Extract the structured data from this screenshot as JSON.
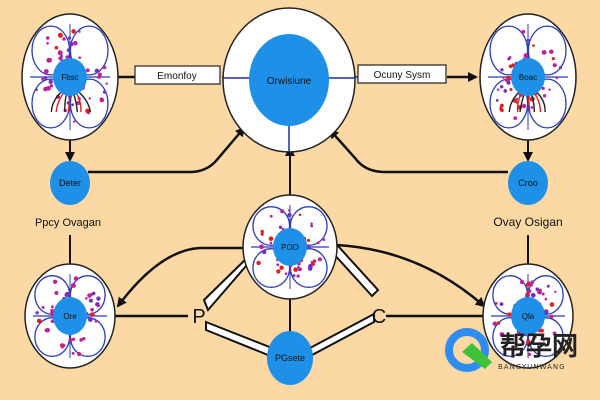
{
  "diagram": {
    "center_node": {
      "label": "Orwisiune"
    },
    "box_left": {
      "label": "Emonfoy"
    },
    "box_right": {
      "label": "Ocuny Sysm"
    },
    "cell_top_left": {
      "label": "Fbsc"
    },
    "cell_top_right": {
      "label": "Boac"
    },
    "cell_center": {
      "label": "POO"
    },
    "cell_bottom_left": {
      "label": "Ore"
    },
    "cell_bottom_right": {
      "label": "Qla"
    },
    "node_left": {
      "label": "Deter"
    },
    "node_right": {
      "label": "Croo"
    },
    "node_bottom": {
      "label": "PGsete"
    },
    "caption_left": "Ppcy Ovagan",
    "caption_right": "Ovay Osigan",
    "marker_p": "P",
    "marker_c": "C"
  },
  "watermark": {
    "cn_text": "帮孕网",
    "en_text": "BANGYUNWANG"
  },
  "colors": {
    "background": "#fbd8a4",
    "node_blue": "#1e90e8",
    "outline_blue": "#2a3cb8",
    "dot_magenta": "#c0209a",
    "dot_purple": "#7030c0",
    "vein_red": "#e02020"
  }
}
